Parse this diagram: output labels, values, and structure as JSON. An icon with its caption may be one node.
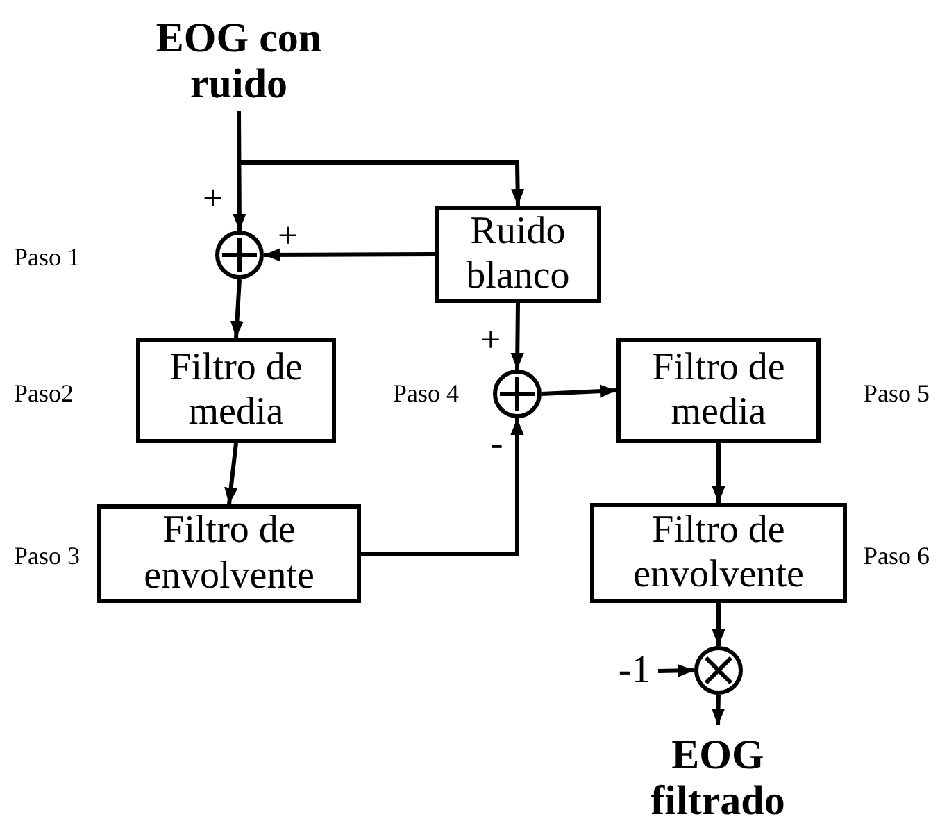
{
  "diagram": {
    "nodes": [
      {
        "text": [
          "EOG con ruido"
        ]
      },
      {
        "text": [],
        "shape": "circle"
      },
      {
        "text": [
          "Ruido blanco"
        ]
      },
      {
        "text": [
          "Filtro de media"
        ]
      },
      {
        "text": [
          "Filtro de envolvente"
        ]
      },
      {
        "text": [],
        "shape": "circle"
      },
      {
        "text": [
          "Filtro de media"
        ]
      },
      {
        "text": [
          "Filtro de envolvente"
        ]
      },
      {
        "text": [],
        "shape": "circle"
      },
      {
        "text": [
          "-1"
        ]
      },
      {
        "text": [
          "EOG filtrado"
        ]
      }
    ],
    "edges": [
      {
        "from": 0,
        "to": 1,
        "arrow": "to"
      },
      {
        "from": 0,
        "to": 2,
        "arrow": "to"
      },
      {
        "from": 2,
        "to": 1,
        "arrow": "to"
      },
      {
        "from": 1,
        "to": 3,
        "arrow": "to"
      },
      {
        "from": 3,
        "to": 4,
        "arrow": "to"
      },
      {
        "from": 2,
        "to": 5,
        "arrow": "to"
      },
      {
        "from": 4,
        "to": 5,
        "arrow": "to"
      },
      {
        "from": 5,
        "to": 6,
        "arrow": "to"
      },
      {
        "from": 6,
        "to": 7,
        "arrow": "to"
      },
      {
        "from": 7,
        "to": 8,
        "arrow": "to"
      },
      {
        "from": 9,
        "to": 8,
        "arrow": "to"
      },
      {
        "from": 8,
        "to": 10,
        "arrow": "to"
      }
    ],
    "labels": [
      "+",
      "+",
      "Paso 1",
      "Paso2",
      "+",
      "Paso 4",
      "Paso 5",
      "-",
      "Paso 3",
      "Paso 6"
    ]
  }
}
